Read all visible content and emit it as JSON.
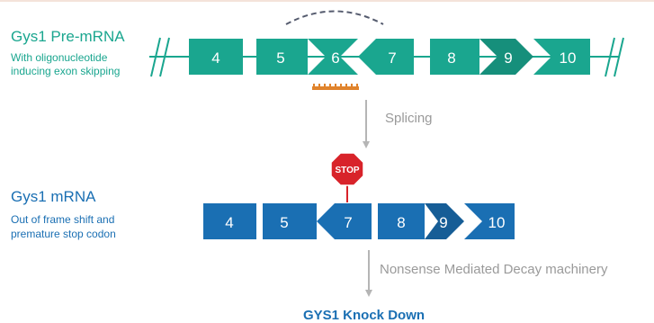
{
  "pre_mrna": {
    "title": "Gys1 Pre-mRNA",
    "subtitle_line1": "With oligonucleotide",
    "subtitle_line2": "inducing exon skipping",
    "exons": [
      "4",
      "5",
      "6",
      "7",
      "8",
      "9",
      "10"
    ]
  },
  "splicing_label": "Splicing",
  "stop_sign": "STOP",
  "mrna": {
    "title": "Gys1 mRNA",
    "subtitle_line1": "Out of frame shift and",
    "subtitle_line2": "premature stop codon",
    "exons": [
      "4",
      "5",
      "7",
      "8",
      "9",
      "10"
    ]
  },
  "decay_label": "Nonsense Mediated Decay machinery",
  "result_label": "GYS1 Knock Down",
  "colors": {
    "teal": "#1aa68f",
    "blue": "#1a6fb3",
    "orange": "#e0832c",
    "stop_red": "#d8232a",
    "arrow_gray": "#b5b5b5"
  }
}
